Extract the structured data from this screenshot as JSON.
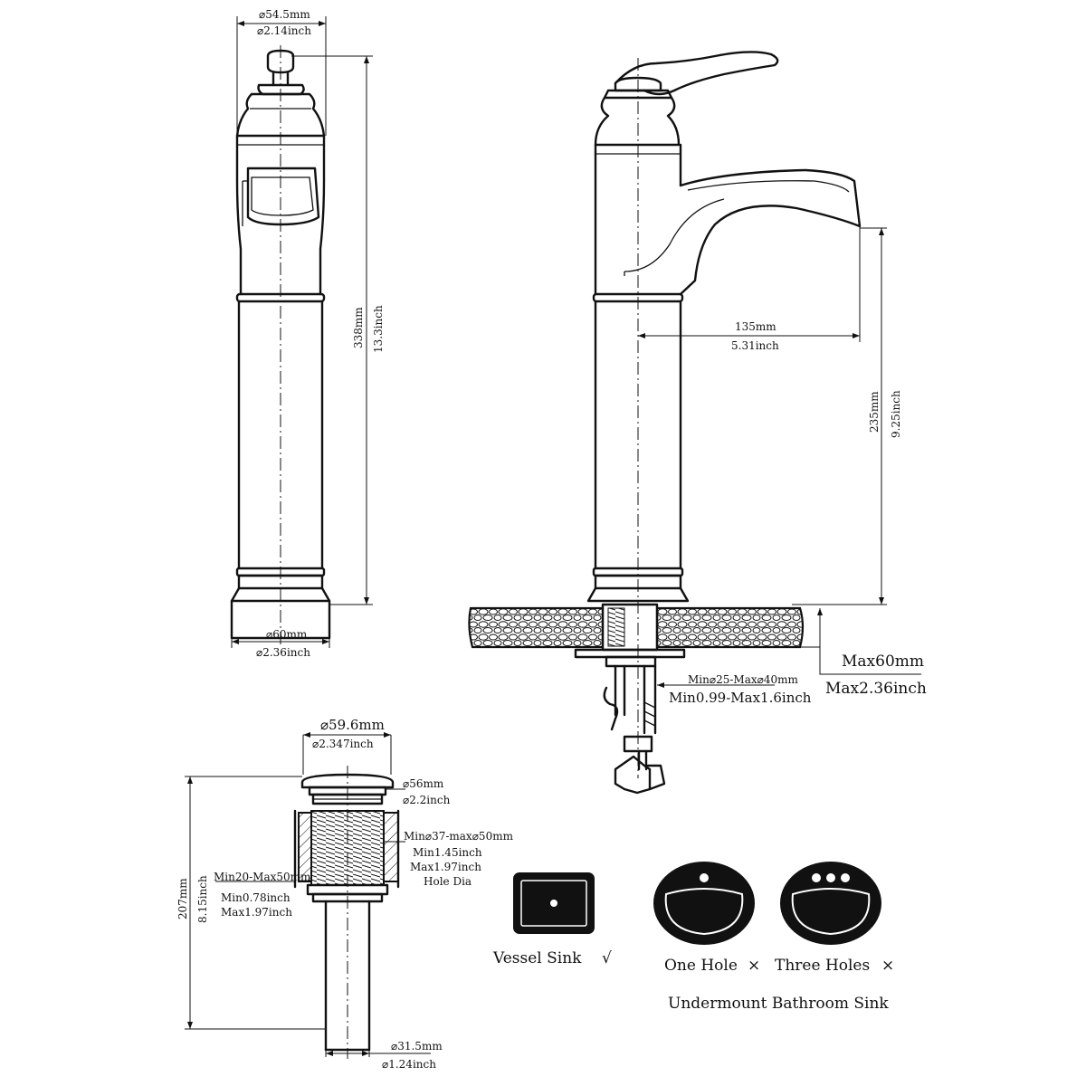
{
  "side_view": {
    "top_dia_mm": "⌀54.5mm",
    "top_dia_in": "⌀2.14inch",
    "height_mm": "338mm",
    "height_in": "13.3inch",
    "base_dia_mm": "⌀60mm",
    "base_dia_in": "⌀2.36inch"
  },
  "front_view": {
    "reach_mm": "135mm",
    "reach_in": "5.31inch",
    "spout_height_mm": "235mm",
    "spout_height_in": "9.25inch",
    "deck_max_mm": "Max60mm",
    "deck_max_in": "Max2.36inch",
    "hole_mm": "Min⌀25-Max⌀40mm",
    "hole_in": "Min0.99-Max1.6inch"
  },
  "drain": {
    "cap_dia_mm": "⌀59.6mm",
    "cap_dia_in": "⌀2.347inch",
    "flange_dia_mm": "⌀56mm",
    "flange_dia_in": "⌀2.2inch",
    "hole_range_mm": "Min⌀37-max⌀50mm",
    "hole_min_in": "Min1.45inch",
    "hole_max_in": "Max1.97inch",
    "hole_label": "Hole Dia",
    "thickness_mm": "Min20-Max50mm",
    "thickness_min_in": "Min0.78inch",
    "thickness_max_in": "Max1.97inch",
    "height_mm": "207mm",
    "height_in": "8.15inch",
    "tail_dia_mm": "⌀31.5mm",
    "tail_dia_in": "⌀1.24inch"
  },
  "sinks": {
    "vessel_label": "Vessel Sink",
    "vessel_mark": "√",
    "one_hole_label": "One Hole",
    "one_hole_mark": "×",
    "three_holes_label": "Three Holes",
    "three_holes_mark": "×",
    "undermount_label": "Undermount Bathroom Sink"
  }
}
